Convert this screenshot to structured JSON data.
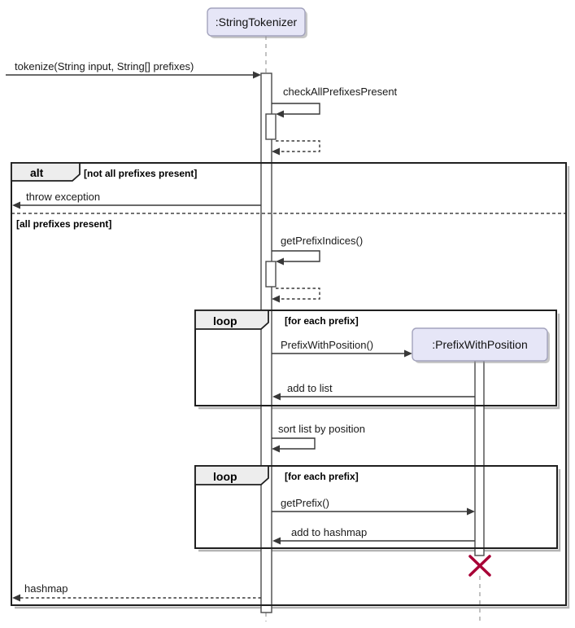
{
  "participants": {
    "string_tokenizer": ":StringTokenizer",
    "prefix_with_position": ":PrefixWithPosition"
  },
  "messages": {
    "tokenize": "tokenize(String input, String[] prefixes)",
    "check_all_prefixes": "checkAllPrefixesPresent",
    "throw_exception": "throw exception",
    "get_prefix_indices": "getPrefixIndices()",
    "create_prefix_with_position": "PrefixWithPosition()",
    "add_to_list": "add to list",
    "sort_list": "sort list by position",
    "get_prefix": "getPrefix()",
    "add_to_hashmap": "add to hashmap",
    "return_hashmap": "hashmap"
  },
  "fragments": {
    "alt": {
      "operator": "alt",
      "guard_if": "[not all prefixes present]",
      "guard_else": "[all prefixes present]"
    },
    "loop_create": {
      "operator": "loop",
      "guard": "[for each prefix]"
    },
    "loop_collect": {
      "operator": "loop",
      "guard": "[for each prefix]"
    }
  },
  "colors": {
    "participant_fill": "#E6E6F7",
    "participant_border": "#A3A3BD",
    "destroy_x": "#A80036",
    "message_line": "#383838",
    "fragment_border": "#1F1F1F"
  }
}
